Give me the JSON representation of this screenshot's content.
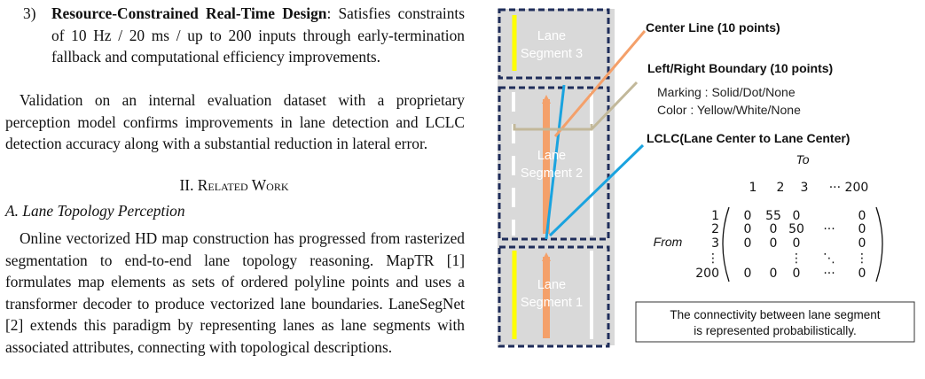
{
  "text_column": {
    "list_item": {
      "number": "3)",
      "title": "Resource-Constrained Real-Time Design",
      "text": ": Satisfies constraints of 10 Hz / 20 ms / up to 200 inputs through early-termination fallback and computational efficiency improvements."
    },
    "validation_paragraph": "Validation on an internal evaluation dataset with a proprietary perception model confirms improvements in lane detection and LCLC detection accuracy along with a substantial reduction in lateral error.",
    "section_title": "II. Related Work",
    "subsection_title": "A. Lane Topology Perception",
    "related_paragraph": "Online vectorized HD map construction has progressed from rasterized segmentation to end-to-end lane topology reasoning. MapTR [1] formulates map elements as sets of ordered polyline points and uses a transformer decoder to produce vectorized lane boundaries. LaneSegNet [2] extends this paradigm by representing lanes as lane segments with associated attributes, connecting with topological descriptions."
  },
  "figure": {
    "segments": [
      "Lane\nSegment 3",
      "Lane\nSegment 2",
      "Lane\nSegment 1"
    ],
    "center_line_label": "Center Line (10 points)",
    "boundary_label": "Left/Right Boundary (10 points)",
    "marking_text": "Marking : Solid/Dot/None",
    "color_text": "Color : Yellow/White/None",
    "lclc_label": "LCLC(Lane Center to Lane Center)",
    "matrix": {
      "to_label": "To",
      "from_label": "From",
      "col_headers": [
        "1",
        "2",
        "3",
        "··· 200"
      ],
      "row_headers": [
        "1",
        "2",
        "3",
        "⋮",
        "200"
      ],
      "rows": [
        [
          "0",
          "55",
          "0",
          "",
          "0"
        ],
        [
          "0",
          "0",
          "50",
          "···",
          "0"
        ],
        [
          "0",
          "0",
          "0",
          "",
          "0"
        ],
        [
          "",
          "",
          "⋮",
          "⋱",
          "⋮"
        ],
        [
          "0",
          "0",
          "0",
          "···",
          "0"
        ]
      ]
    },
    "caption_box": "The connectivity between lane segment\nis represented probabilistically.",
    "colors": {
      "road": "#d9d9d9",
      "dashed_box": "#1f2d5a",
      "center_arrow": "#f4a06a",
      "lclc_line": "#1aa3df",
      "boundary_bracket": "#c2b89a",
      "yellow_line": "#ffff00",
      "white_line": "#ffffff"
    }
  }
}
